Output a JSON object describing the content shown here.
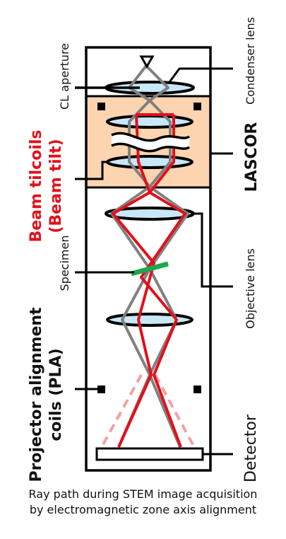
{
  "labels": {
    "cl_aperture": "CL aperture",
    "beam_tiltcoils_line1": "Beam tilcoils",
    "beam_tiltcoils_line2": "(Beam tilt)",
    "specimen": "Specimen",
    "projector_line1": "Projector alignment",
    "projector_line2": "coils (PLA)",
    "condenser_lens": "Condenser lens",
    "lascor": "LASCOR",
    "objective_lens": "Objective lens",
    "detector": "Detector"
  },
  "caption": {
    "line1": "Ray path during STEM image acquisition",
    "line2": "by electromagnetic zone axis alignment"
  },
  "colors": {
    "lascor_fill": "#fcd5b0",
    "lens_fill": "#c9e8f7",
    "gray_ray": "#808080",
    "red_ray": "#e3101a",
    "dashed_ray": "#f4a0a0",
    "specimen": "#1fa650",
    "red_text": "#e3101a"
  }
}
